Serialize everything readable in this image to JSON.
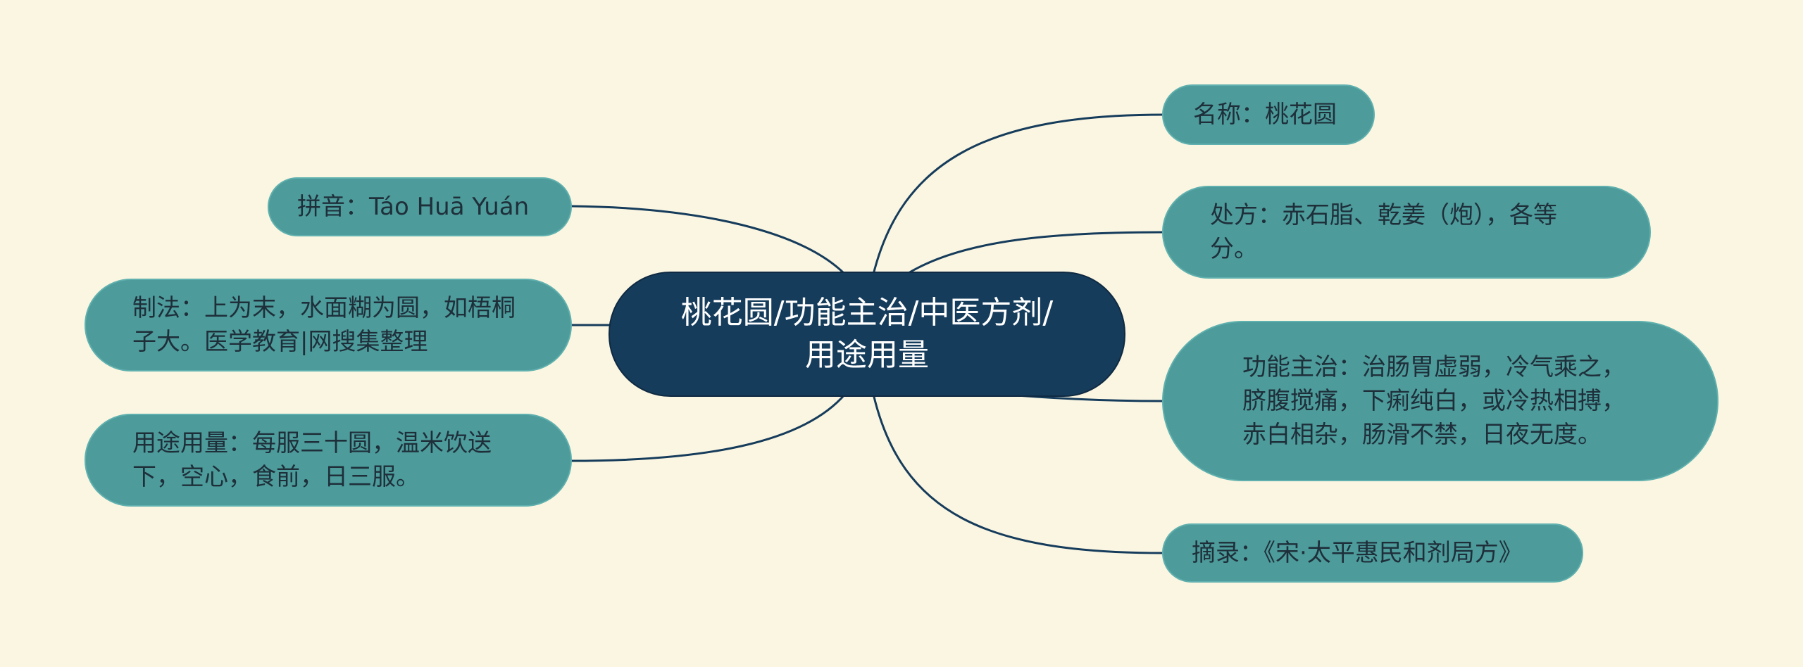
{
  "mindmap": {
    "root": {
      "label": "桃花圆/功能主治/中医方剂/用途用量"
    },
    "left": [
      {
        "id": "pinyin",
        "label": "拼音：Táo Huā Yuán"
      },
      {
        "id": "method",
        "label": "制法：上为末，水面糊为圆，如梧桐子大。医学教育|网搜集整理"
      },
      {
        "id": "usage",
        "label": "用途用量：每服三十圆，温米饮送下，空心，食前，日三服。"
      }
    ],
    "right": [
      {
        "id": "name",
        "label": "名称：桃花圆"
      },
      {
        "id": "prescription",
        "label": "处方：赤石脂、乾姜（炮），各等分。"
      },
      {
        "id": "function",
        "label": "功能主治：治肠胃虚弱，冷气乘之，脐腹搅痛，下痢纯白，或冷热相搏，赤白相杂，肠滑不禁，日夜无度。"
      },
      {
        "id": "source",
        "label": "摘录：《宋·太平惠民和剂局方》"
      }
    ]
  },
  "colors": {
    "background": "#fbf6e1",
    "root_fill": "#163c5c",
    "node_fill": "#4d9b9b",
    "connector": "#163c5c"
  }
}
